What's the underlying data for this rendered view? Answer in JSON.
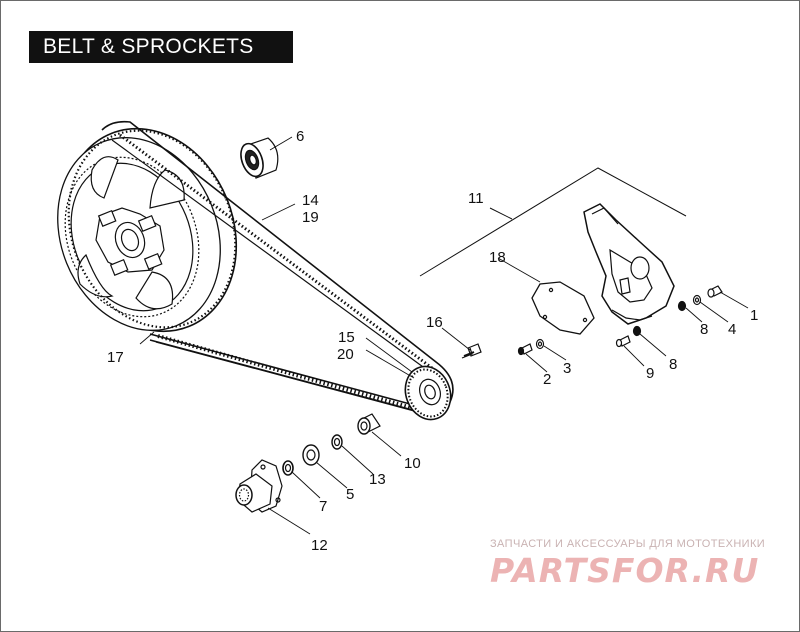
{
  "title": "BELT & SPROCKETS",
  "callouts": {
    "c1": "1",
    "c2": "2",
    "c3": "3",
    "c4": "4",
    "c5": "5",
    "c6": "6",
    "c7": "7",
    "c8a": "8",
    "c8b": "8",
    "c9": "9",
    "c10": "10",
    "c11": "11",
    "c12": "12",
    "c13": "13",
    "c14": "14",
    "c15": "15",
    "c16": "16",
    "c17": "17",
    "c18": "18",
    "c19": "19",
    "c20": "20"
  },
  "watermark": {
    "tagline": "ЗАПЧАСТИ И АКСЕССУАРЫ ДЛЯ МОТОТЕХНИКИ",
    "brand": "PARTSFOR.RU"
  },
  "colors": {
    "ink": "#111111",
    "title_bg": "#111111",
    "title_text": "#ffffff",
    "watermark": "#ecb3b3"
  }
}
